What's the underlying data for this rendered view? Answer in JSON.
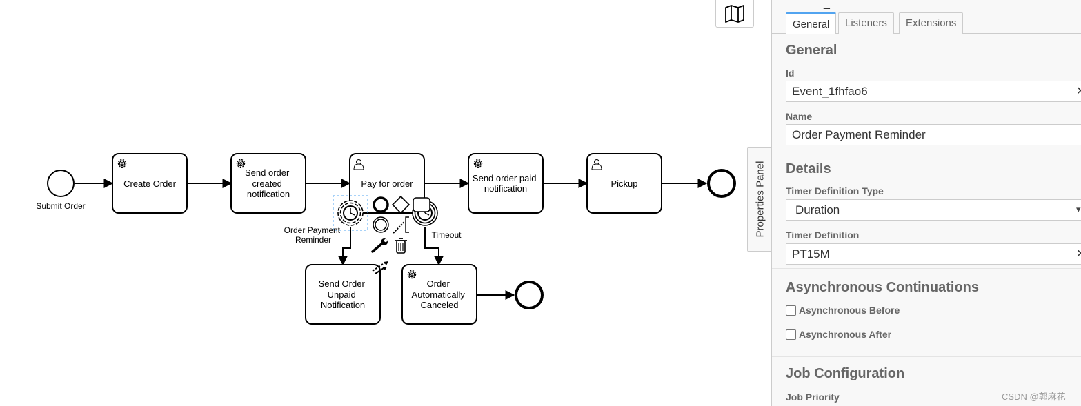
{
  "diagram": {
    "start_event": {
      "label": "Submit Order"
    },
    "tasks": {
      "create_order": {
        "label": "Create Order"
      },
      "send_created": {
        "label_lines": [
          "Send order",
          "created",
          "notification"
        ]
      },
      "pay": {
        "label": "Pay for order"
      },
      "send_paid": {
        "label_lines": [
          "Send order paid",
          "notification"
        ]
      },
      "pickup": {
        "label": "Pickup"
      },
      "unpaid": {
        "label_lines": [
          "Send Order",
          "Unpaid",
          "Notification"
        ]
      },
      "canceled": {
        "label_lines": [
          "Order",
          "Automatically",
          "Canceled"
        ]
      }
    },
    "boundary_reminder": {
      "label_lines": [
        "Order Payment",
        "Reminder"
      ]
    },
    "boundary_timeout": {
      "label": "Timeout"
    }
  },
  "toolbar": {
    "map_icon": "map-icon"
  },
  "panel": {
    "toggle_label": "Properties Panel",
    "title_fragment": "_",
    "tabs": [
      "General",
      "Listeners",
      "Extensions"
    ],
    "general": {
      "title": "General",
      "id_label": "Id",
      "id_value": "Event_1fhfao6",
      "name_label": "Name",
      "name_value": "Order Payment Reminder"
    },
    "details": {
      "title": "Details",
      "timer_type_label": "Timer Definition Type",
      "timer_type_value": "Duration",
      "timer_def_label": "Timer Definition",
      "timer_def_value": "PT15M"
    },
    "async": {
      "title": "Asynchronous Continuations",
      "before_label": "Asynchronous Before",
      "after_label": "Asynchronous After"
    },
    "job": {
      "title": "Job Configuration",
      "priority_label": "Job Priority"
    }
  },
  "watermark": "CSDN @郭麻花"
}
